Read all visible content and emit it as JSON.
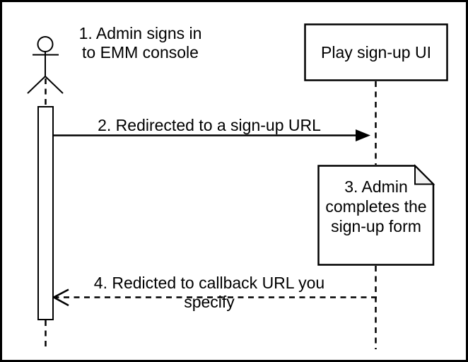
{
  "diagram": {
    "kind": "uml-sequence-diagram",
    "actor": {
      "label": "1. Admin signs in\nto EMM console"
    },
    "participant": {
      "label": "Play sign-up UI"
    },
    "messages": [
      {
        "seq": 2,
        "label": "2. Redirected to a sign-up URL",
        "style": "solid",
        "direction": "left-to-right"
      },
      {
        "seq": 4,
        "label": "4. Redicted to callback URL you specify",
        "style": "dashed",
        "direction": "right-to-left"
      }
    ],
    "note": {
      "label": "3. Admin\ncompletes the\nsign-up form"
    },
    "colors": {
      "stroke": "#000000",
      "background": "#ffffff",
      "note_fill": "#ffffff",
      "note_fold_fill": "#f2f2f2"
    }
  }
}
